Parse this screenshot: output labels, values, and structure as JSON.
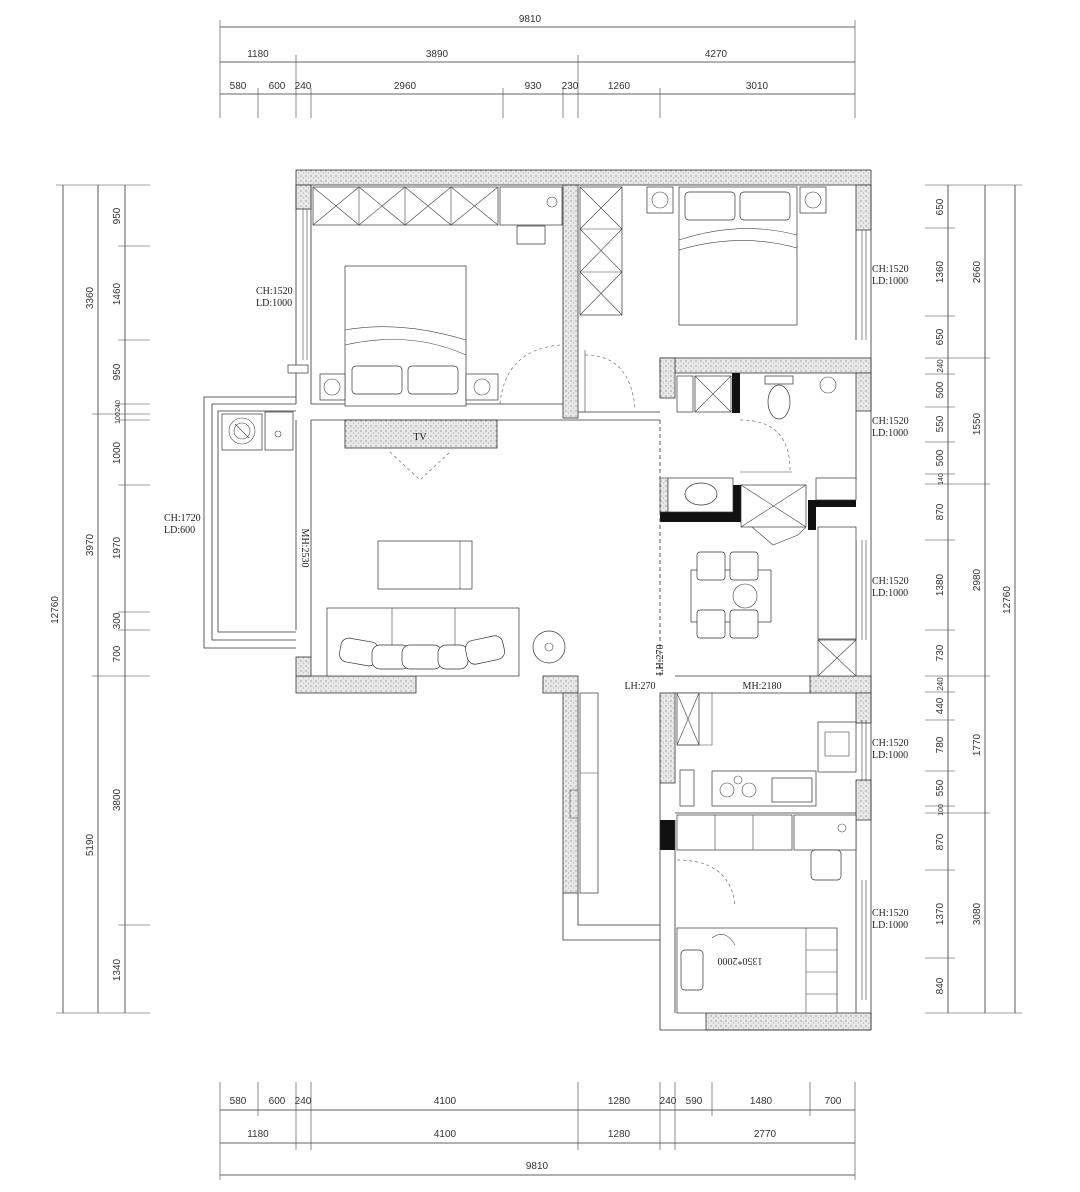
{
  "dimensions": {
    "top_total": "9810",
    "top_level2": [
      "1180",
      "3890",
      "4270"
    ],
    "top_level3": [
      "580",
      "600",
      "240",
      "2960",
      "930",
      "230",
      "1260",
      "3010"
    ],
    "bottom_level1": [
      "580",
      "600",
      "240",
      "4100",
      "1280",
      "240",
      "590",
      "1480",
      "700"
    ],
    "bottom_level2": [
      "1180",
      "4100",
      "1280",
      "2770"
    ],
    "bottom_total": "9810",
    "left_outer": "12760",
    "left_mid": [
      "3360",
      "3970",
      "5190"
    ],
    "left_inner": [
      "950",
      "1460",
      "950",
      "240",
      "100",
      "1000",
      "1970",
      "300",
      "700",
      "3800",
      "1340"
    ],
    "right_inner": [
      "650",
      "1360",
      "650",
      "240",
      "500",
      "550",
      "500",
      "140",
      "870",
      "1380",
      "730",
      "240",
      "440",
      "780",
      "550",
      "100",
      "870",
      "1370",
      "840"
    ],
    "right_mid": [
      "2660",
      "1550",
      "2980",
      "1770",
      "3080"
    ],
    "right_outer": "12760"
  },
  "window_labels": {
    "w1_ch": "CH:1520",
    "w1_ld": "LD:1000",
    "w2_ch": "CH:1720",
    "w2_ld": "LD:600",
    "w3_ch": "CH:1520",
    "w3_ld": "LD:1000",
    "w4_ch": "CH:1520",
    "w4_ld": "LD:1000",
    "w5_ch": "CH:1520",
    "w5_ld": "LD:1000",
    "w6_ch": "CH:1520",
    "w6_ld": "LD:1000",
    "w7_ch": "CH:1520",
    "w7_ld": "LD:1000"
  },
  "opening_labels": {
    "living_mh": "MH:2530",
    "corridor_lh": "LH:270",
    "corridor_lh2": "LH:270",
    "kitchen_mh": "MH:2180",
    "tv_label": "TV",
    "bed_size": "1350*2000"
  }
}
